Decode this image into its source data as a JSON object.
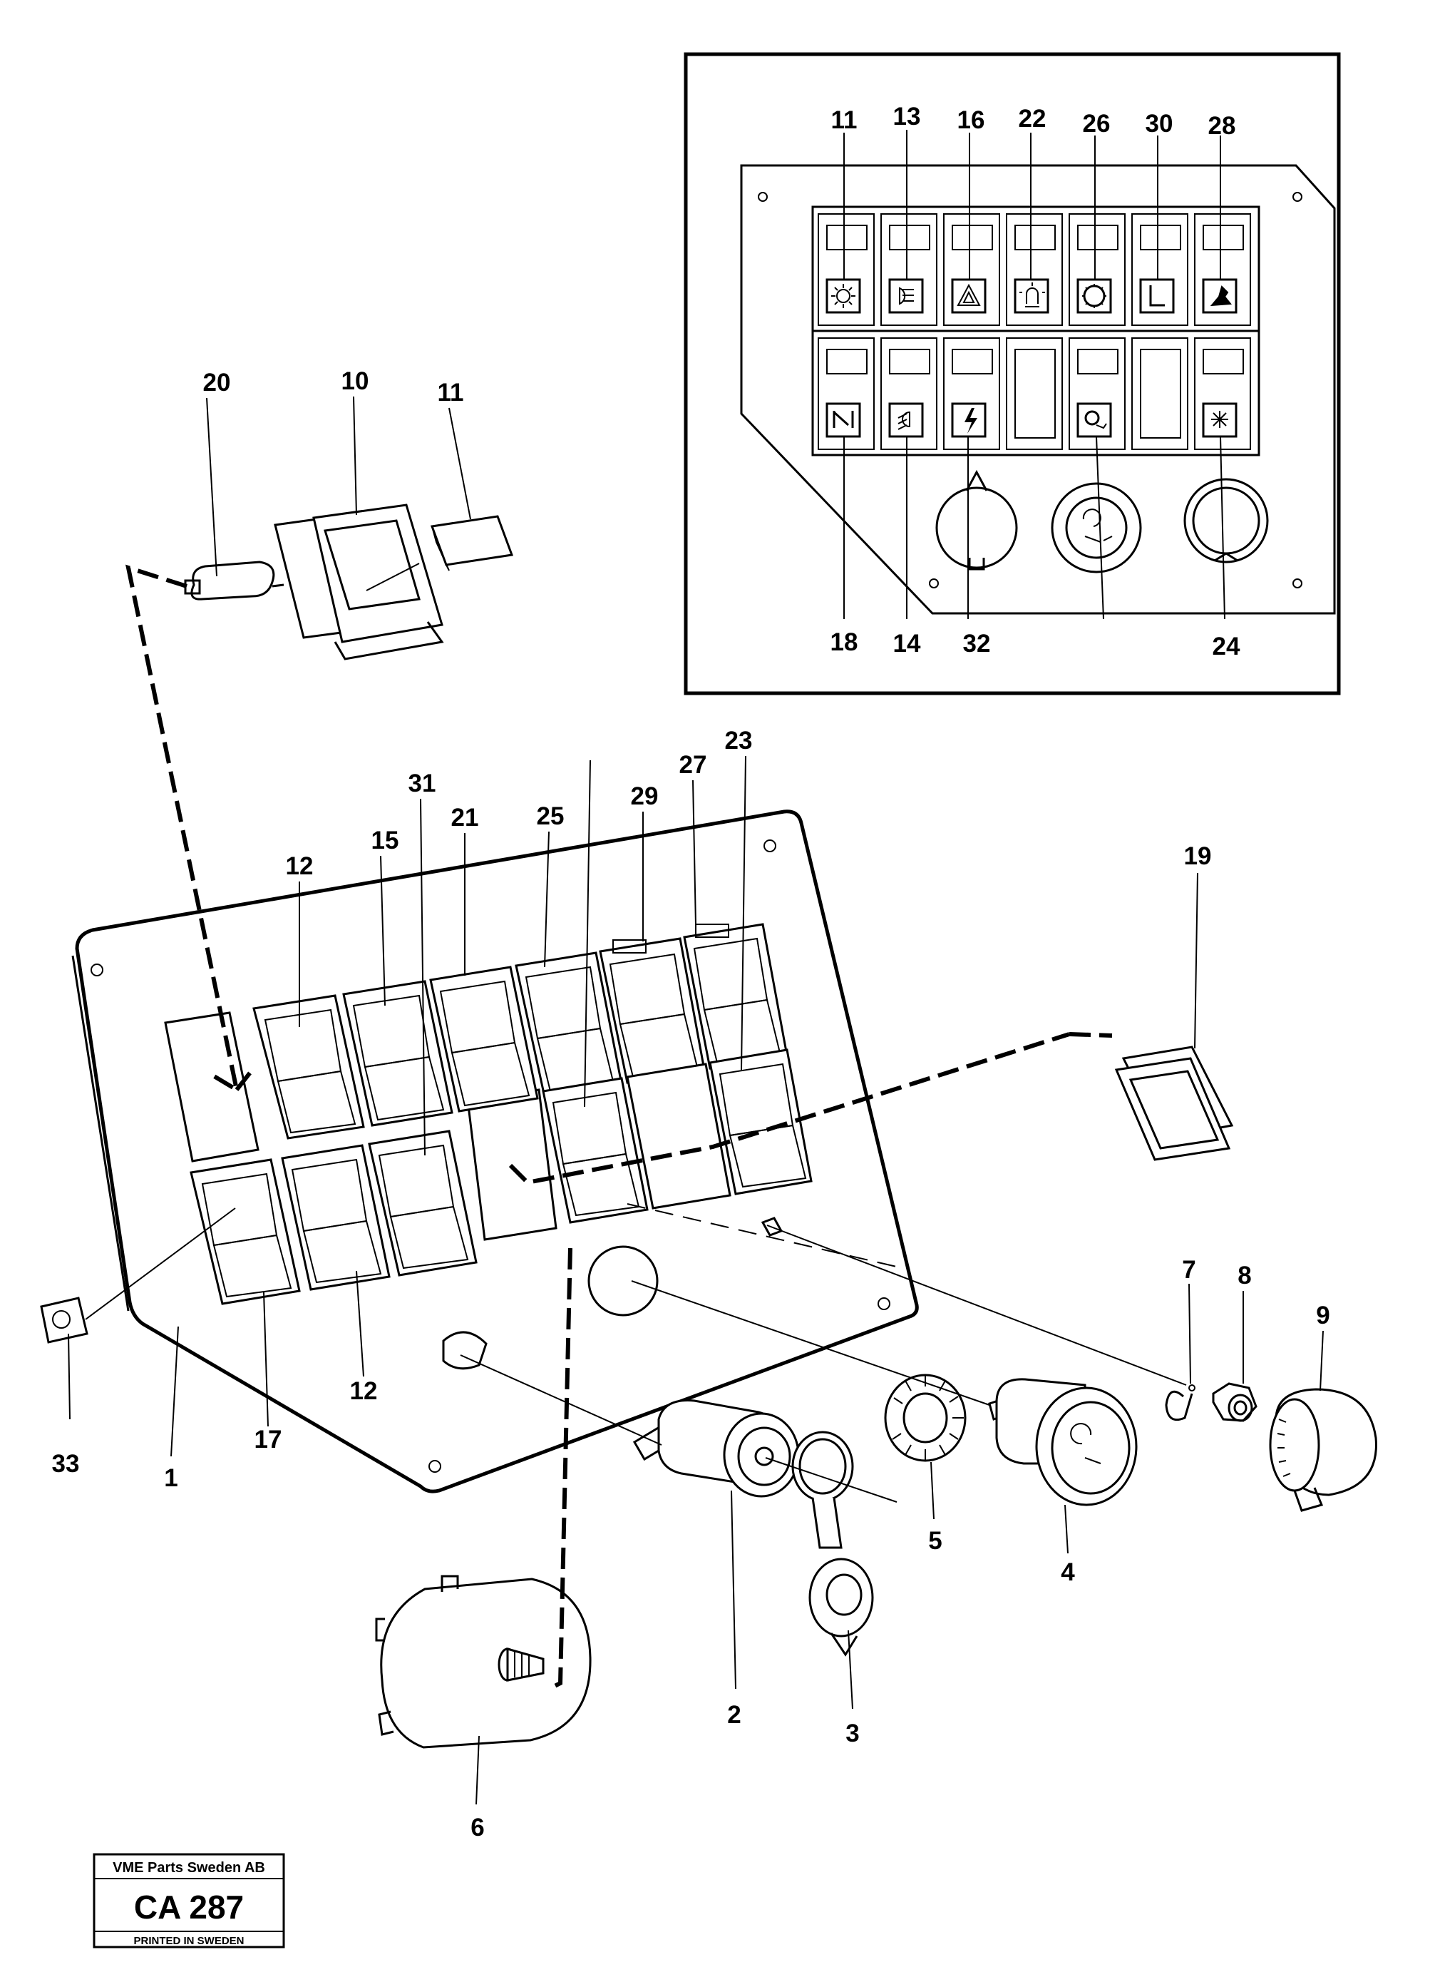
{
  "callouts": {
    "c1": "1",
    "c2": "2",
    "c3": "3",
    "c4": "4",
    "c5": "5",
    "c6": "6",
    "c7": "7",
    "c8": "8",
    "c9": "9",
    "c10": "10",
    "c11a": "11",
    "c11b": "11",
    "c12a": "12",
    "c12b": "12",
    "c13": "13",
    "c14": "14",
    "c15": "15",
    "c16": "16",
    "c17": "17",
    "c18": "18",
    "c19": "19",
    "c20": "20",
    "c21": "21",
    "c22": "22",
    "c23": "23",
    "c24": "24",
    "c25": "25",
    "c26": "26",
    "c27": "27",
    "c28": "28",
    "c29": "29",
    "c30": "30",
    "c31": "31",
    "c32": "32",
    "c33": "33"
  },
  "stamp": {
    "company": "VME Parts Sweden AB",
    "code": "CA 287",
    "printed": "PRINTED IN SWEDEN"
  },
  "inset_icons": [
    "sun-icon",
    "headlight-icon",
    "hazard-icon",
    "beacon-icon",
    "gear-icon",
    "letter-l-icon",
    "wiper-icon",
    "switch-icon",
    "fog-light-icon",
    "lightning-icon",
    "blank",
    "horn-icon",
    "blank",
    "fan-icon"
  ]
}
